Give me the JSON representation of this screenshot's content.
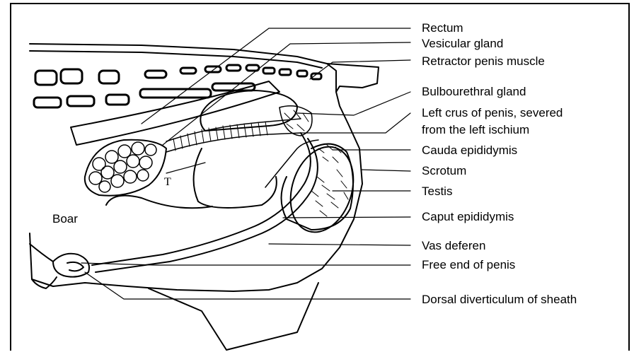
{
  "diagram": {
    "animal_label": "Boar",
    "labels": {
      "rectum": "Rectum",
      "vesicular_gland": "Vesicular gland",
      "retractor_penis_muscle": "Retractor penis muscle",
      "bulbourethral_gland": "Bulbourethral gland",
      "left_crus_line1": "Left crus of penis, severed",
      "left_crus_line2": "from the left ischium",
      "cauda_epididymis": "Cauda epididymis",
      "scrotum": "Scrotum",
      "testis": "Testis",
      "caput_epididymis": "Caput epididymis",
      "vas_deferen": "Vas deferen",
      "free_end_of_penis": "Free end of penis",
      "dorsal_diverticulum": "Dorsal diverticulum of sheath"
    },
    "colors": {
      "ink": "#000000",
      "background": "#ffffff"
    }
  }
}
